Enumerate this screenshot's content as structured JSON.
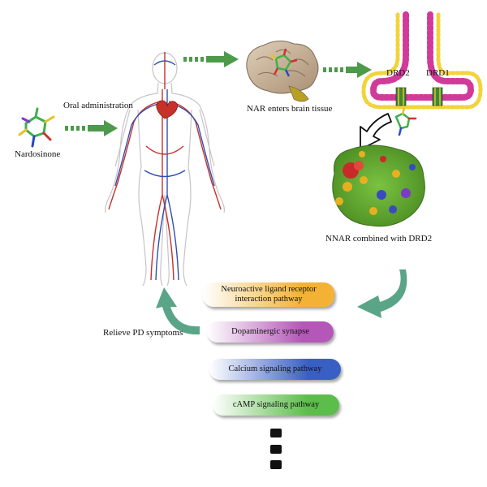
{
  "labels": {
    "oral": "Oral administration",
    "nardosinone": "Nardosinone",
    "brain": "NAR enters brain tissue",
    "drd2": "DRD2",
    "drd1": "DRD1",
    "nnar": "NNAR combined with DRD2",
    "relieve": "Relieve PD symptoms"
  },
  "pathways": [
    {
      "line1": "Neuroactive ligand receptor",
      "line2": "interaction pathway",
      "color": "#f3b233"
    },
    {
      "line1": "Dopaminergic synapse",
      "line2": "",
      "color": "#b457b8"
    },
    {
      "line1": "Calcium signaling pathway",
      "line2": "",
      "color": "#3a5fc4"
    },
    {
      "line1": "cAMP signaling pathway",
      "line2": "",
      "color": "#5cbd4a"
    }
  ],
  "colors": {
    "arrow_green": "#4c9a4a",
    "teal_arrow": "#5aa488",
    "membrane_pink": "#d23a9a",
    "membrane_yellow": "#f2d33a",
    "artery": "#c8302a",
    "vein": "#2f4fb0"
  }
}
